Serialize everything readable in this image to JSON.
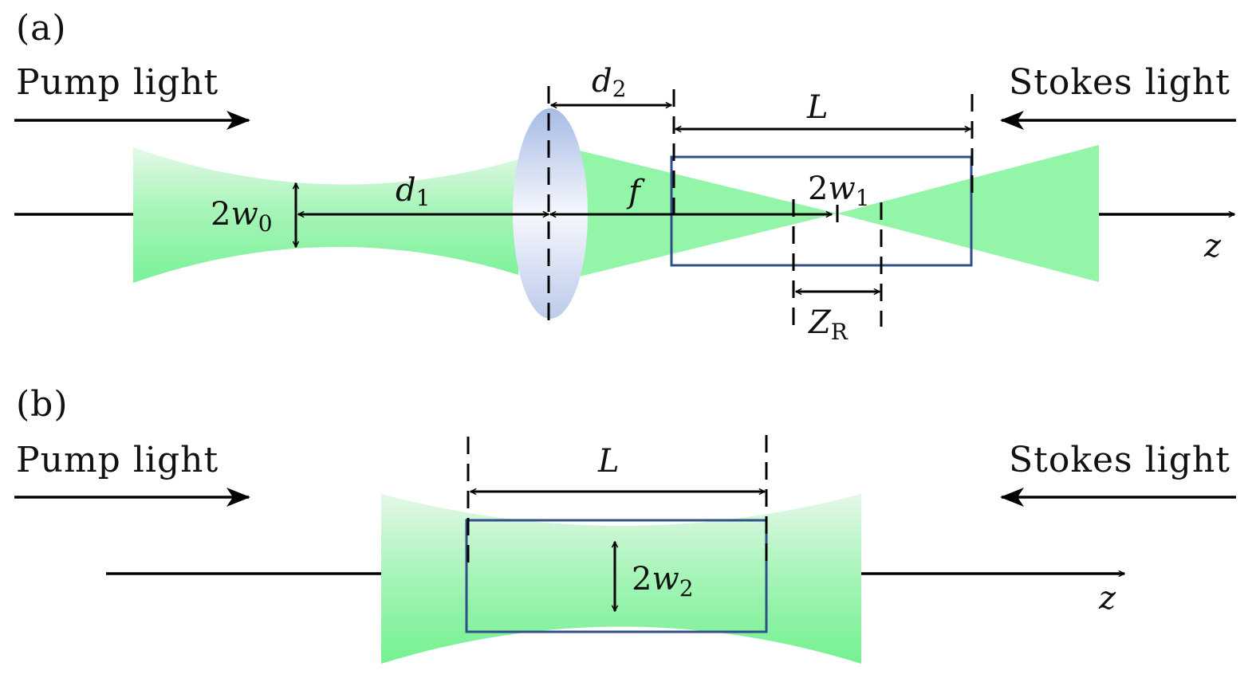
{
  "figure": {
    "panel_a": {
      "label": "(a)",
      "pump_label": "Pump light",
      "stokes_label": "Stokes light",
      "axis_label": "z",
      "waist0": {
        "coef": "2",
        "sym": "w",
        "sub": "0"
      },
      "d1": {
        "sym": "d",
        "sub": "1"
      },
      "d2": {
        "sym": "d",
        "sub": "2"
      },
      "focal": {
        "sym": "f"
      },
      "length": {
        "sym": "L"
      },
      "waist1": {
        "coef": "2",
        "sym": "w",
        "sub": "1"
      },
      "rayleigh": {
        "sym": "Z",
        "sub": "R"
      }
    },
    "panel_b": {
      "label": "(b)",
      "pump_label": "Pump light",
      "stokes_label": "Stokes light",
      "axis_label": "z",
      "length": {
        "sym": "L"
      },
      "waist2": {
        "coef": "2",
        "sym": "w",
        "sub": "2"
      }
    },
    "colors": {
      "beam_green": "#93f5a8",
      "beam_green_light": "#e2f7e7",
      "beam_green_dark": "#78f295",
      "lens_blue": "#a8bde6",
      "lens_white": "#f4f6fb",
      "crystal_border": "#2f4f8a"
    }
  }
}
